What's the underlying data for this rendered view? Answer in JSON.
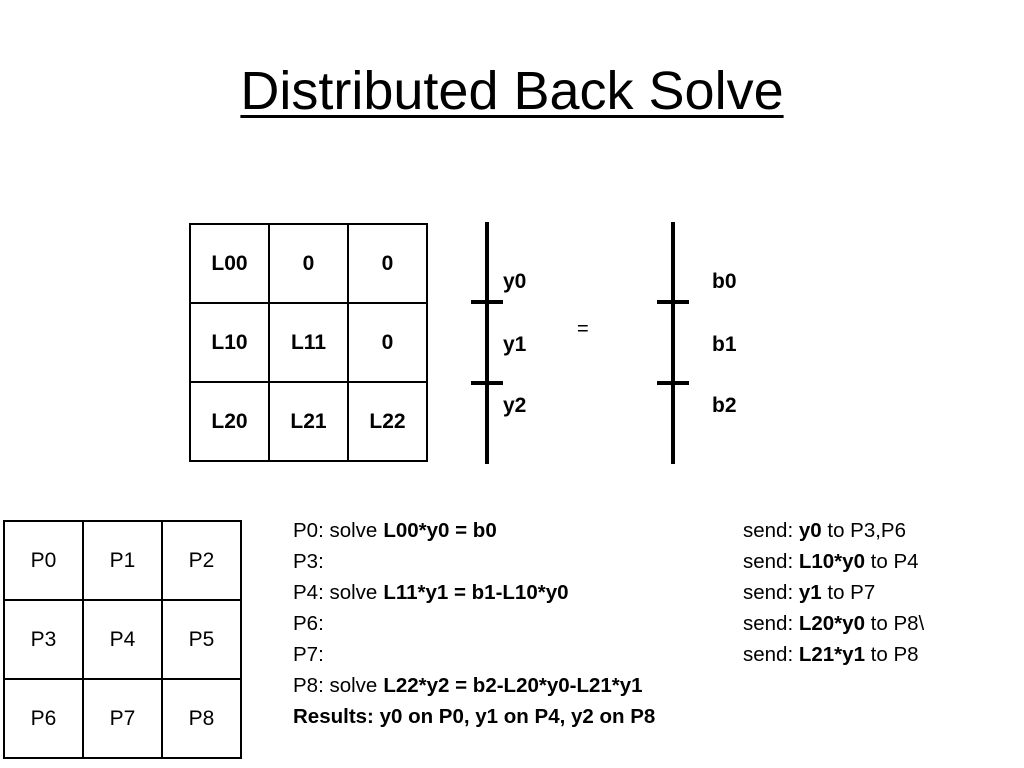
{
  "title": "Distributed Back Solve",
  "l_matrix": [
    [
      "L00",
      "0",
      "0"
    ],
    [
      "L10",
      "L11",
      "0"
    ],
    [
      "L20",
      "L21",
      "L22"
    ]
  ],
  "y_vector": [
    "y0",
    "y1",
    "y2"
  ],
  "equals_sign": "=",
  "b_vector": [
    "b0",
    "b1",
    "b2"
  ],
  "processor_grid": [
    [
      "P0",
      "P1",
      "P2"
    ],
    [
      "P3",
      "P4",
      "P5"
    ],
    [
      "P6",
      "P7",
      "P8"
    ]
  ],
  "steps": [
    {
      "lead": "P0: solve",
      "equation": "L00*y0 = b0",
      "send_prefix": "send: ",
      "send_value": "y0",
      "send_suffix": " to P3,P6"
    },
    {
      "lead": "P3:",
      "equation": "",
      "send_prefix": "send: ",
      "send_value": "L10*y0",
      "send_suffix": " to P4"
    },
    {
      "lead": "P4: solve",
      "equation": "L11*y1 = b1-L10*y0",
      "send_prefix": "send: ",
      "send_value": "y1",
      "send_suffix": " to P7"
    },
    {
      "lead": "P6:",
      "equation": "",
      "send_prefix": "send: ",
      "send_value": "L20*y0",
      "send_suffix": " to P8\\"
    },
    {
      "lead": "P7:",
      "equation": "",
      "send_prefix": "send: ",
      "send_value": "L21*y1",
      "send_suffix": " to P8"
    },
    {
      "lead": "P8: solve",
      "equation": "L22*y2 = b2-L20*y0-L21*y1",
      "send_prefix": "",
      "send_value": "",
      "send_suffix": ""
    }
  ],
  "results": "Results: y0 on P0, y1 on P4, y2 on P8"
}
